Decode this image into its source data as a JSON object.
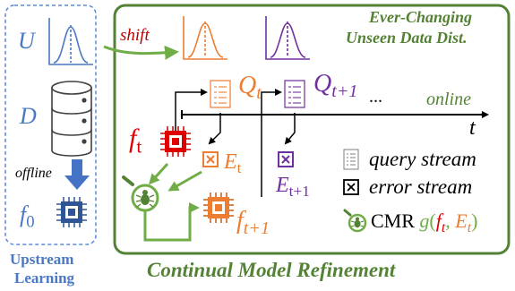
{
  "colors": {
    "upstream_blue": "#4a78c2",
    "upstream_dashed_border": "#5a8ad6",
    "green": "#70ad47",
    "dark_green": "#548235",
    "orange": "#ed7d31",
    "purple": "#7030a0",
    "red": "#e00000",
    "dark_red": "#c00000",
    "shift_text": "#c00000",
    "black": "#000000"
  },
  "upstream": {
    "u_label": "U",
    "d_label": "D",
    "offline_label": "offline",
    "f0_base": "f",
    "f0_sub": "0",
    "title_line1": "Upstream",
    "title_line2": "Learning",
    "icons": [
      "distribution-chart-icon",
      "database-icon",
      "down-arrow-icon",
      "chip-icon"
    ]
  },
  "main": {
    "shift_label": "shift",
    "heading_line1": "Ever-Changing",
    "heading_line2": "Unseen Data Dist.",
    "q_t_base": "Q",
    "q_t_sub": "t",
    "q_t1_base": "Q",
    "q_t1_sub": "t+1",
    "ellipsis": "...",
    "online_label": "online",
    "time_label": "t",
    "f_t_base": "f",
    "f_t_sub": "t",
    "e_t_base": "E",
    "e_t_sub": "t",
    "e_t1_base": "E",
    "e_t1_sub": "t+1",
    "f_t1_base": "f",
    "f_t1_sub": "t+1",
    "title": "Continual Model Refinement"
  },
  "legend": {
    "query_stream": "query stream",
    "error_stream": "error stream",
    "cmr_text": "CMR",
    "g_func": "g",
    "g_arg1_base": "f",
    "g_arg1_sub": "t",
    "g_comma": ", ",
    "g_arg2_base": "E",
    "g_arg2_sub": "t",
    "g_open": "(",
    "g_close": ")"
  }
}
